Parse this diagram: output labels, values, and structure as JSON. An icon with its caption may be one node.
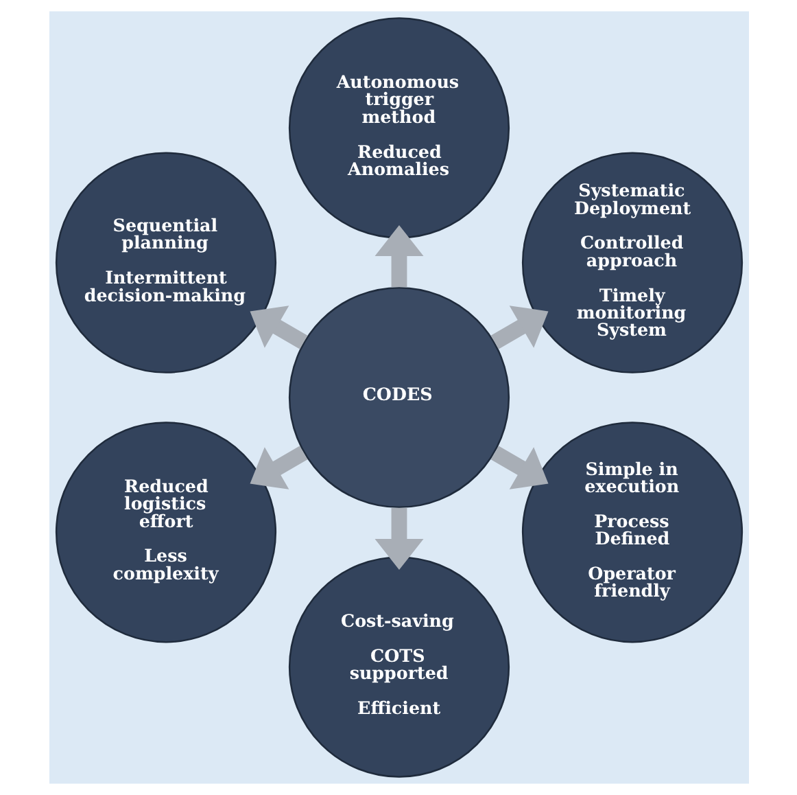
{
  "diagram": {
    "nodes": [
      {
        "text": [
          "CODES"
        ]
      },
      {
        "text": [
          "Systematic Deployment",
          "Controlled approach",
          "Timely monitoring System"
        ]
      },
      {
        "text": [
          "Autonomous trigger method",
          "Reduced Anomalies"
        ]
      },
      {
        "text": [
          "Sequential planning",
          "Intermittent decision-making"
        ]
      },
      {
        "text": [
          "Reduced logistics effort",
          "Less complexity"
        ]
      },
      {
        "text": [
          "Cost-saving",
          "COTS supported",
          "Efficient"
        ]
      },
      {
        "text": [
          "Simple in execution",
          "Process Defined",
          "Operator friendly"
        ]
      }
    ],
    "edges": [
      {
        "from": 0,
        "to": 1,
        "arrow": "to"
      },
      {
        "from": 0,
        "to": 2,
        "arrow": "to"
      },
      {
        "from": 0,
        "to": 3,
        "arrow": "to"
      },
      {
        "from": 0,
        "to": 4,
        "arrow": "to"
      },
      {
        "from": 0,
        "to": 5,
        "arrow": "to"
      },
      {
        "from": 0,
        "to": 6,
        "arrow": "to"
      }
    ]
  }
}
